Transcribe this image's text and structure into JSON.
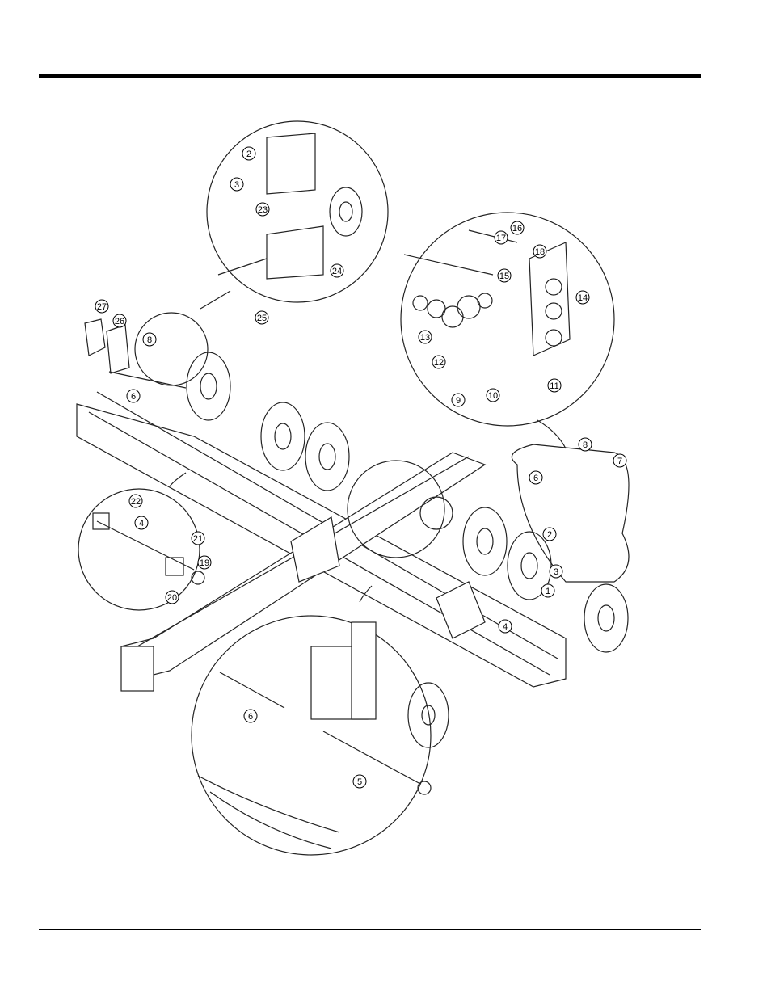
{
  "header": {
    "links": [
      "",
      ""
    ]
  },
  "callouts": [
    "1",
    "2",
    "3",
    "4",
    "5",
    "6",
    "7",
    "8",
    "9",
    "10",
    "11",
    "12",
    "13",
    "14",
    "15",
    "16",
    "17",
    "18",
    "19",
    "20",
    "21",
    "22",
    "23",
    "24",
    "25",
    "26",
    "27"
  ]
}
